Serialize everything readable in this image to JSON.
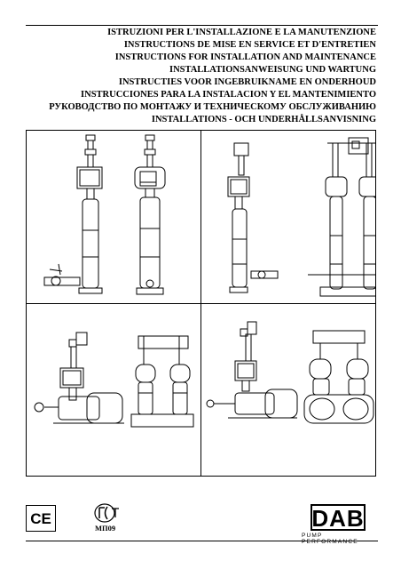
{
  "titles": [
    "ISTRUZIONI PER L'INSTALLAZIONE E LA MANUTENZIONE",
    "INSTRUCTIONS DE MISE EN SERVICE ET D'ENTRETIEN",
    "INSTRUCTIONS FOR INSTALLATION AND MAINTENANCE",
    "INSTALLATIONSANWEISUNG UND WARTUNG",
    "INSTRUCTIES VOOR INGEBRUIKNAME EN ONDERHOUD",
    "INSTRUCCIONES PARA LA INSTALACION Y EL MANTENIMIENTO",
    "РУКОВОДСТВО ПО МОНТАЖУ И ТЕХНИЧЕСКОМУ ОБСЛУЖИВАНИЮ",
    "INSTALLATIONS - OCH UNDERHÅLLSANVISNING"
  ],
  "logos": {
    "ce_mark": "CE",
    "gost_code": "МП09",
    "brand": "DAB",
    "brand_tagline": "PUMP PERFORMANCE"
  },
  "icons": [
    "ce-mark-icon",
    "gost-certification-icon",
    "dab-logo"
  ],
  "colors": {
    "ink": "#000000",
    "background": "#ffffff"
  }
}
